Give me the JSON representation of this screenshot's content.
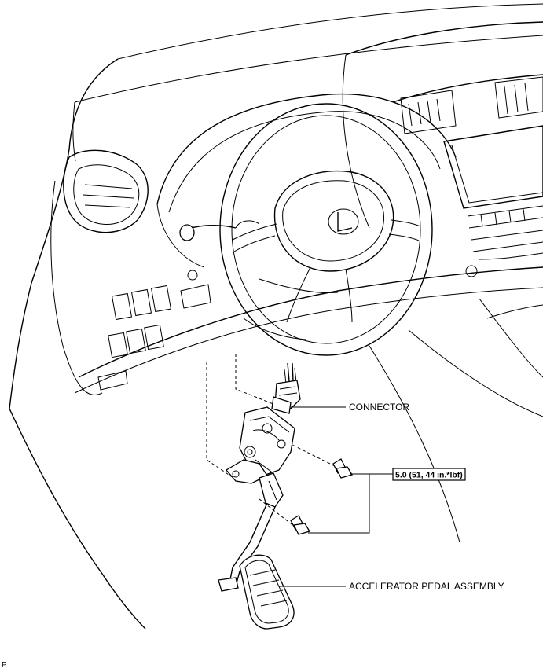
{
  "labels": {
    "connector": "CONNECTOR",
    "torque": "5.0 (51, 44 in.*lbf)",
    "pedal_assembly": "ACCELERATOR PEDAL ASSEMBLY",
    "illustration_code": "P"
  }
}
